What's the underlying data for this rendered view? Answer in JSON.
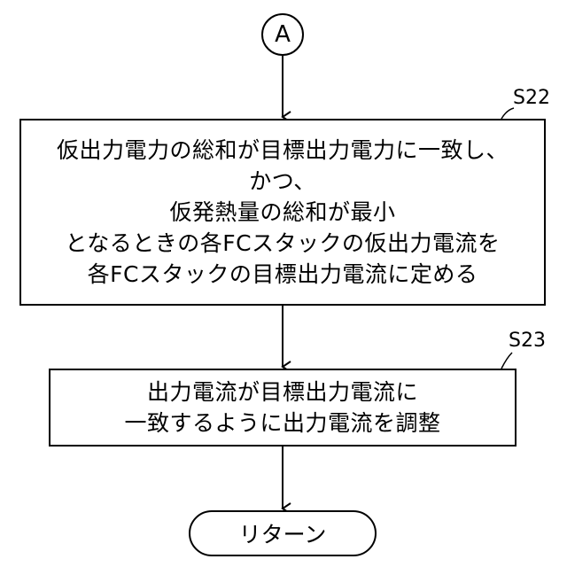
{
  "connector": {
    "label": "A"
  },
  "steps": [
    {
      "id": "S22",
      "lines": [
        "仮出力電力の総和が目標出力電力に一致し、",
        "かつ、",
        "仮発熱量の総和が最小",
        "となるときの各FCスタックの仮出力電流を",
        "各FCスタックの目標出力電流に定める"
      ]
    },
    {
      "id": "S23",
      "lines": [
        "出力電流が目標出力電流に",
        "一致するように出力電流を調整"
      ]
    }
  ],
  "terminal": {
    "label": "リターン"
  }
}
